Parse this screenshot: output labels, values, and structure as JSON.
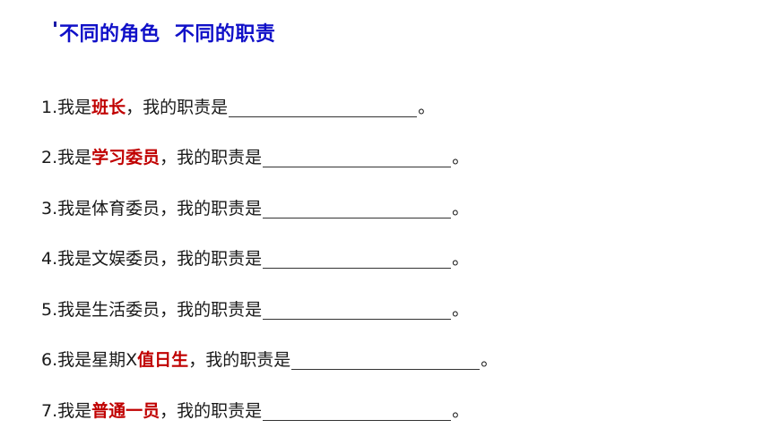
{
  "title": "不同的角色  不同的职责",
  "items": [
    {
      "num": "1.",
      "pre": "我是",
      "highlight": "班长",
      "post": "",
      "tail": "，我的职责是",
      "end": "。"
    },
    {
      "num": "2.",
      "pre": "我是",
      "highlight": "学习委员",
      "post": "",
      "tail": "，我的职责是",
      "end": "。"
    },
    {
      "num": "3.",
      "pre": "我是体育委员",
      "highlight": "",
      "post": "",
      "tail": "，我的职责是",
      "end": "。"
    },
    {
      "num": "4.",
      "pre": "我是文娱委员",
      "highlight": "",
      "post": "",
      "tail": "，我的职责是",
      "end": "。"
    },
    {
      "num": "5.",
      "pre": "我是生活委员",
      "highlight": "",
      "post": "",
      "tail": "，我的职责是",
      "end": "。"
    },
    {
      "num": "6.",
      "pre": "我是星期X",
      "highlight": "值日生",
      "post": "",
      "tail": "，我的职责是",
      "end": "。"
    },
    {
      "num": "7.",
      "pre": "我是",
      "highlight": "普通一员",
      "post": "",
      "tail": "，我的职责是",
      "end": "。"
    }
  ],
  "colors": {
    "title": "#1010c8",
    "highlight": "#c00000",
    "text": "#1a1a1a"
  }
}
